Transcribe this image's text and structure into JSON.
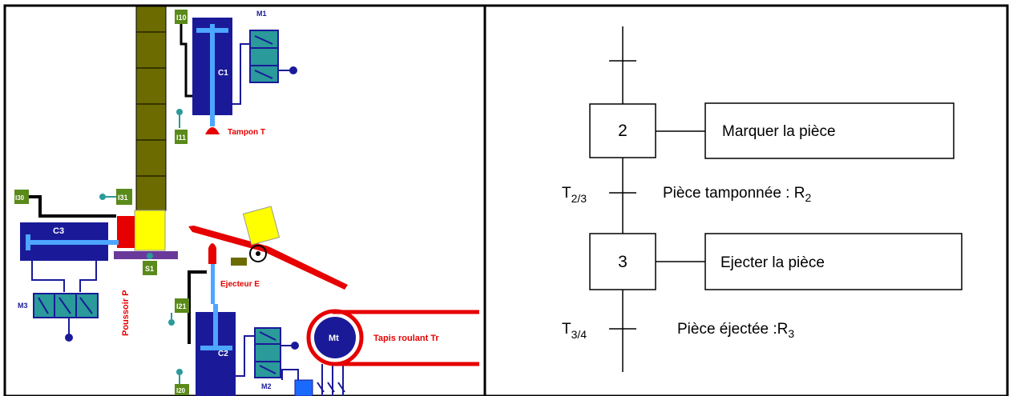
{
  "system": {
    "sensors": {
      "i10": "I10",
      "i11": "I11",
      "i31": "I31",
      "i30": "I30",
      "s1": "S1",
      "i21": "I21",
      "i20": "I20"
    },
    "m1": "M1",
    "m2": "M2",
    "m3": "M3",
    "c1": "C1",
    "c2": "C2",
    "c3": "C3",
    "tampon": "Tampon T",
    "ejecteur": "Ejecteur E",
    "poussoir": "Poussoir P",
    "motor": "Mt",
    "tapis": "Tapis roulant Tr"
  },
  "grafcet": {
    "steps": [
      {
        "number": "2",
        "action": "Marquer la pièce"
      },
      {
        "number": "3",
        "action": "Ejecter la pièce"
      }
    ],
    "transitions": [
      {
        "label_main": "T",
        "label_sub": "2/3",
        "receptivity_main": "Pièce tamponnée : R",
        "receptivity_sub": "2"
      },
      {
        "label_main": "T",
        "label_sub": "3/4",
        "receptivity_main": "Pièce éjectée :R",
        "receptivity_sub": "3"
      }
    ]
  },
  "colors": {
    "olive": "#6b6b00",
    "navy": "#1a1a99",
    "blue_rod": "#4da6ff",
    "red": "#e60000",
    "yellow": "#ffff00",
    "green_sensor": "#5a8a1a",
    "teal": "#2a9a9a",
    "purple": "#6a3a9a"
  }
}
